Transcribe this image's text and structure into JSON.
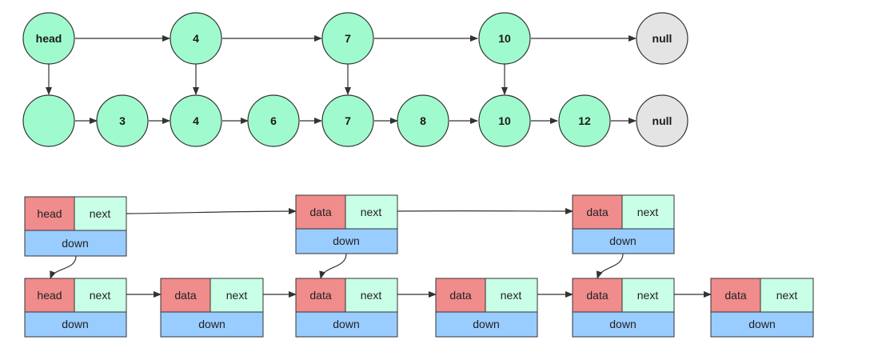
{
  "colors": {
    "node_fill": "#9ffbcd",
    "null_fill": "#e4e4e4",
    "data_fill": "#f08c8c",
    "next_fill": "#c8ffe6",
    "down_fill": "#99ccff",
    "stroke": "#333333"
  },
  "skiplist": {
    "top_row": [
      "head",
      "4",
      "7",
      "10",
      "null"
    ],
    "bottom_row": [
      "",
      "3",
      "4",
      "6",
      "7",
      "8",
      "10",
      "12",
      "null"
    ]
  },
  "struct_diagram": {
    "top_row": [
      {
        "data": "head",
        "next": "next",
        "down": "down"
      },
      {
        "data": "data",
        "next": "next",
        "down": "down"
      },
      {
        "data": "data",
        "next": "next",
        "down": "down"
      }
    ],
    "bottom_row": [
      {
        "data": "head",
        "next": "next",
        "down": "down"
      },
      {
        "data": "data",
        "next": "next",
        "down": "down"
      },
      {
        "data": "data",
        "next": "next",
        "down": "down"
      },
      {
        "data": "data",
        "next": "next",
        "down": "down"
      },
      {
        "data": "data",
        "next": "next",
        "down": "down"
      },
      {
        "data": "data",
        "next": "next",
        "down": "down"
      }
    ]
  }
}
